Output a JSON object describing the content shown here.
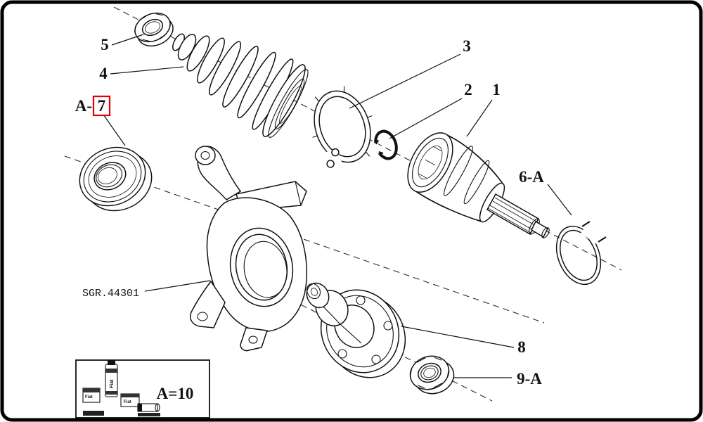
{
  "colors": {
    "highlight": "#e60000",
    "line": "#111111",
    "background": "#ffffff"
  },
  "callouts": {
    "part_5": "5",
    "part_4": "4",
    "part_a7_prefix": "A-",
    "part_a7_number": "7",
    "part_3": "3",
    "part_2": "2",
    "part_1": "1",
    "part_6a": "6-A",
    "part_8": "8",
    "part_9a": "9-A"
  },
  "annotations": {
    "knuckle_code": "SGR.44301"
  },
  "legend": {
    "formula": "A=10",
    "brand": "Fiat"
  }
}
